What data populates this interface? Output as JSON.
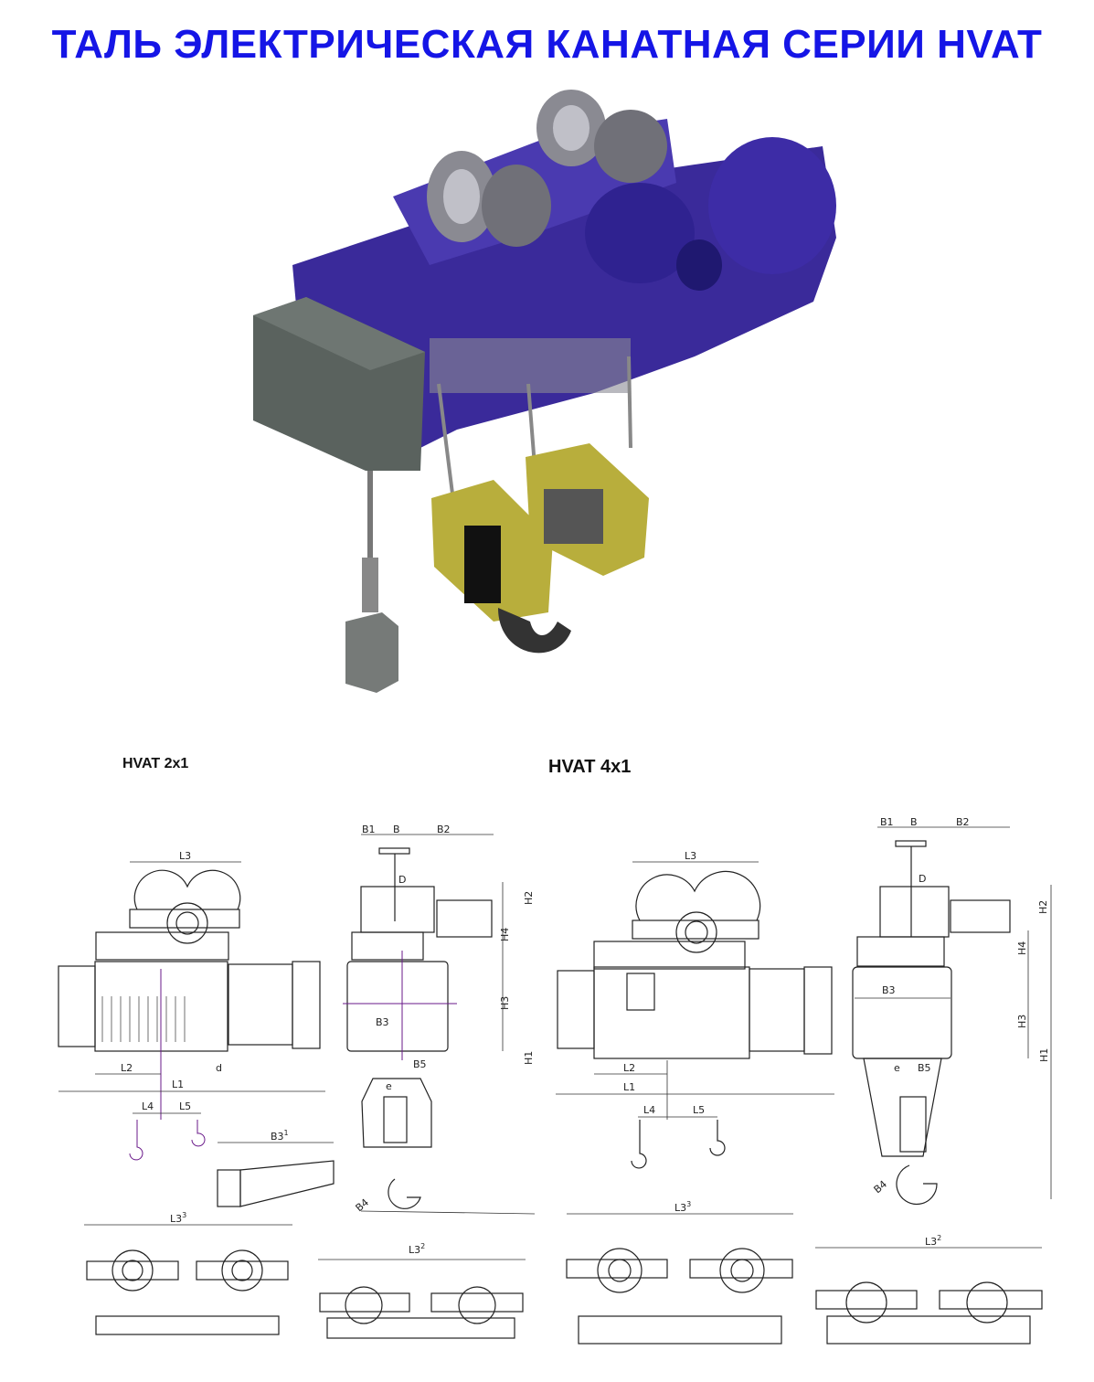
{
  "title": "ТАЛЬ ЭЛЕКТРИЧЕСКАЯ КАНАТНАЯ СЕРИИ HVAT",
  "colors": {
    "title": "#1515e6",
    "hoist_body": "#3a2a9a",
    "hook_block": "#b8ae3c",
    "control_box": "#5a625e",
    "axis_lines": "#6a1a8a"
  },
  "sections": [
    {
      "label": "HVAT 2x1",
      "dims": {
        "L1": "L1",
        "L2": "L2",
        "L3": "L3",
        "L4": "L4",
        "L5": "L5",
        "d": "d",
        "B": "B",
        "B1": "B1",
        "B2": "B2",
        "B3": "B3",
        "B3_1": "B3",
        "B3_1_sup": "1",
        "B4": "B4",
        "B5": "B5",
        "H1": "H1",
        "H2": "H2",
        "H3": "H3",
        "H4": "H4",
        "D": "D",
        "e": "e",
        "L3_3": "L3",
        "L3_3_sup": "3",
        "L3_2": "L3",
        "L3_2_sup": "2"
      }
    },
    {
      "label": "HVAT 4x1",
      "dims": {
        "L1": "L1",
        "L2": "L2",
        "L3": "L3",
        "L4": "L4",
        "L5": "L5",
        "B": "B",
        "B1": "B1",
        "B2": "B2",
        "B3": "B3",
        "B4": "B4",
        "B5": "B5",
        "H1": "H1",
        "H2": "H2",
        "H3": "H3",
        "H4": "H4",
        "D": "D",
        "e": "e",
        "L3_3": "L3",
        "L3_3_sup": "3",
        "L3_2": "L3",
        "L3_2_sup": "2"
      }
    }
  ]
}
